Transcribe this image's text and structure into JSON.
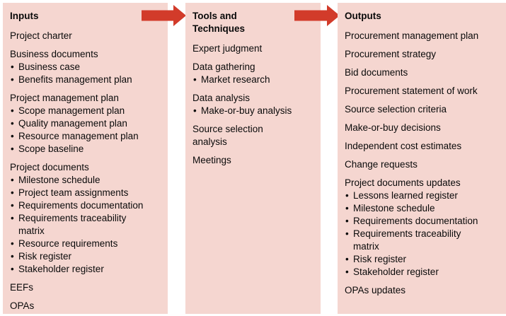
{
  "diagram": {
    "colors": {
      "panel_bg": "#f5d6d0",
      "arrow": "#d23b2a",
      "text": "#0a0a0a"
    },
    "columns": [
      {
        "id": "inputs",
        "heading": "Inputs",
        "groups": [
          {
            "title": "Project charter",
            "bullets": []
          },
          {
            "title": "Business documents",
            "bullets": [
              "Business case",
              "Benefits management plan"
            ]
          },
          {
            "title": "Project management plan",
            "bullets": [
              "Scope management plan",
              "Quality management plan",
              "Resource management plan",
              "Scope baseline"
            ]
          },
          {
            "title": "Project documents",
            "bullets": [
              "Milestone schedule",
              "Project team assignments",
              "Requirements documentation",
              "Requirements traceability matrix",
              "Resource requirements",
              "Risk register",
              "Stakeholder register"
            ]
          },
          {
            "title": "EEFs",
            "bullets": []
          },
          {
            "title": "OPAs",
            "bullets": []
          }
        ]
      },
      {
        "id": "tools-and-techniques",
        "heading": "Tools and Techniques",
        "groups": [
          {
            "title": "Expert judgment",
            "bullets": []
          },
          {
            "title": "Data gathering",
            "bullets": [
              "Market research"
            ]
          },
          {
            "title": "Data analysis",
            "bullets": [
              "Make-or-buy analysis"
            ]
          },
          {
            "title": "Source selection analysis",
            "bullets": []
          },
          {
            "title": "Meetings",
            "bullets": []
          }
        ]
      },
      {
        "id": "outputs",
        "heading": "Outputs",
        "groups": [
          {
            "title": "Procurement management plan",
            "bullets": []
          },
          {
            "title": "Procurement strategy",
            "bullets": []
          },
          {
            "title": "Bid documents",
            "bullets": []
          },
          {
            "title": "Procurement statement of work",
            "bullets": []
          },
          {
            "title": "Source selection criteria",
            "bullets": []
          },
          {
            "title": "Make-or-buy decisions",
            "bullets": []
          },
          {
            "title": "Independent cost estimates",
            "bullets": []
          },
          {
            "title": "Change requests",
            "bullets": []
          },
          {
            "title": "Project documents updates",
            "bullets": [
              "Lessons learned register",
              "Milestone schedule",
              "Requirements documentation",
              "Requirements traceability matrix",
              "Risk register",
              "Stakeholder register"
            ]
          },
          {
            "title": "OPAs updates",
            "bullets": []
          }
        ]
      }
    ]
  }
}
